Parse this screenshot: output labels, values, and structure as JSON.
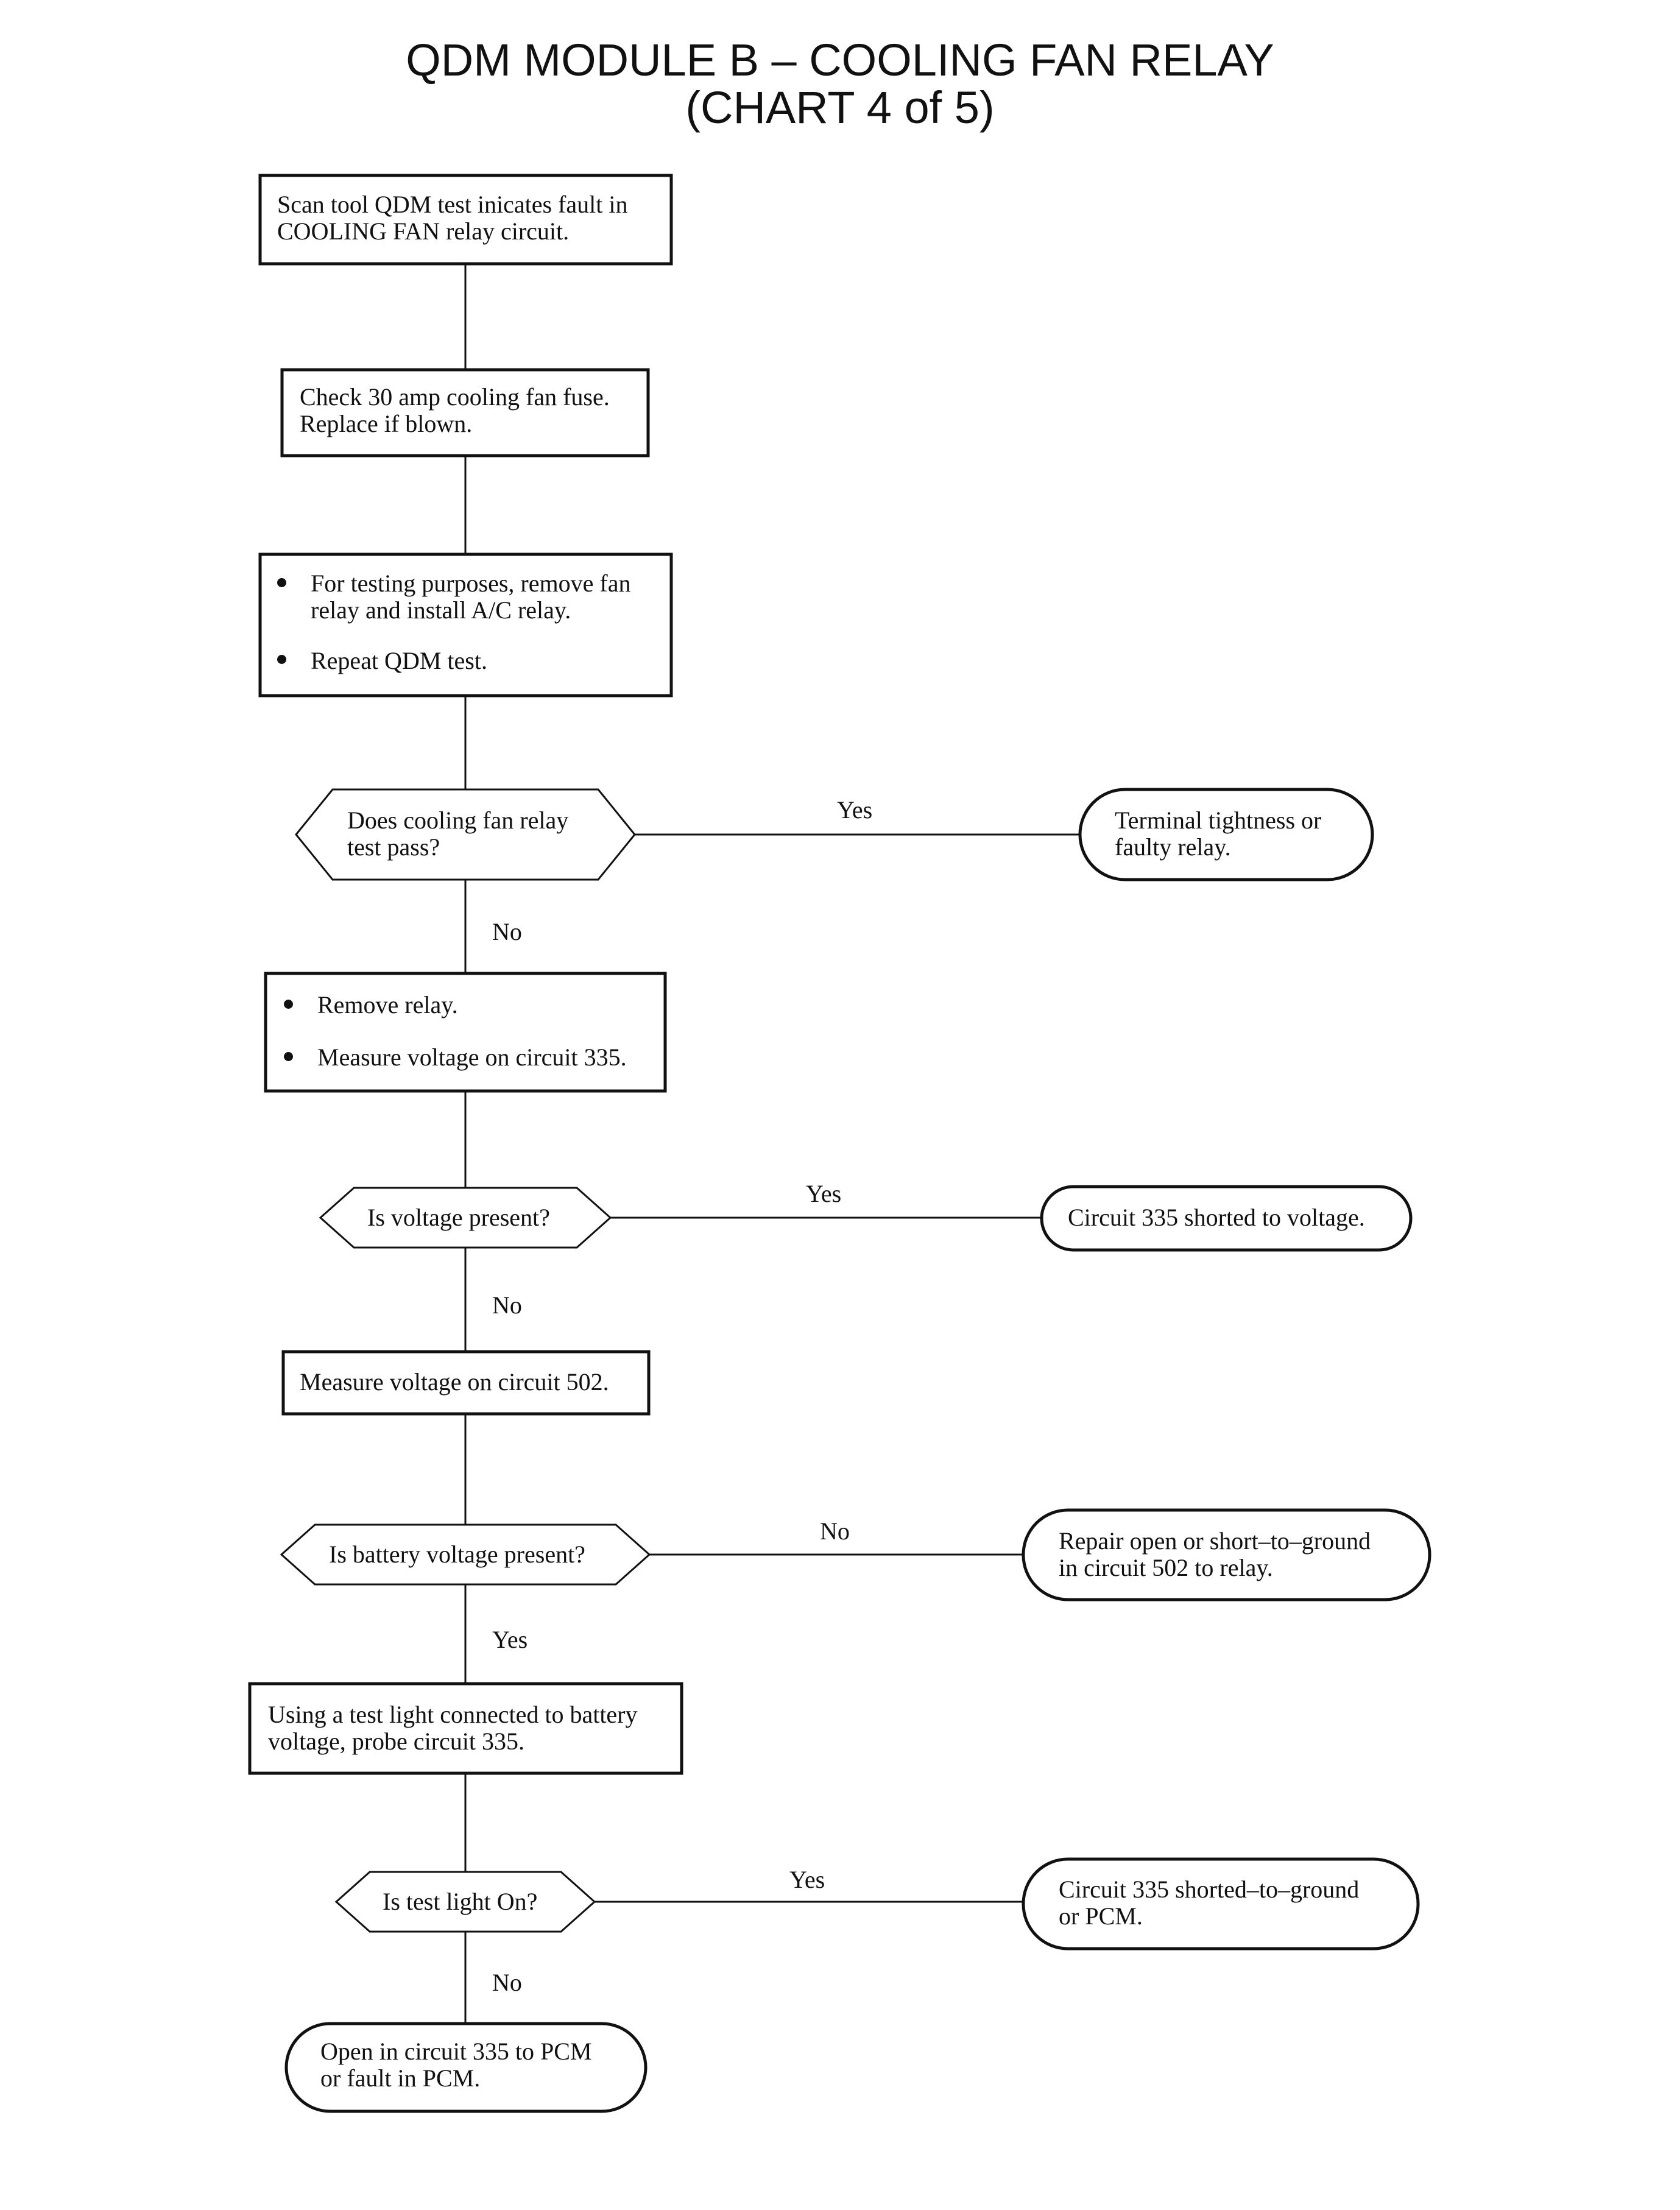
{
  "title": {
    "line1": "QDM MODULE B – COOLING FAN RELAY",
    "line2": "(CHART 4 of 5)"
  },
  "nodes": {
    "start": {
      "line1": "Scan tool QDM test inicates fault in",
      "line2": "COOLING FAN relay circuit."
    },
    "fuse": {
      "line1": "Check 30 amp cooling fan fuse.",
      "line2": "Replace if blown."
    },
    "swap": {
      "bullet1_line1": "For testing purposes, remove fan",
      "bullet1_line2": "relay and install A/C relay.",
      "bullet2": "Repeat QDM test."
    },
    "q_relay": {
      "line1": "Does cooling fan relay",
      "line2": "test pass?"
    },
    "r_relay": {
      "line1": "Terminal tightness or",
      "line2": "faulty relay."
    },
    "measure335": {
      "bullet1": "Remove relay.",
      "bullet2": "Measure voltage on circuit 335."
    },
    "q_voltage": {
      "text": "Is voltage present?"
    },
    "r_voltage": {
      "text": "Circuit 335 shorted to voltage."
    },
    "measure502": {
      "text": "Measure voltage on circuit 502."
    },
    "q_battery": {
      "text": "Is battery voltage present?"
    },
    "r_battery": {
      "line1": "Repair open or short–to–ground",
      "line2": "in circuit 502 to relay."
    },
    "probe": {
      "line1": "Using a test light connected to battery",
      "line2": "voltage, probe circuit 335."
    },
    "q_light": {
      "text": "Is test light On?"
    },
    "r_light": {
      "line1": "Circuit 335 shorted–to–ground",
      "line2": "or PCM."
    },
    "end": {
      "line1": "Open in circuit 335 to PCM",
      "line2": "or fault in PCM."
    }
  },
  "edge_labels": {
    "q_relay_yes": "Yes",
    "q_relay_no": "No",
    "q_voltage_yes": "Yes",
    "q_voltage_no": "No",
    "q_battery_no": "No",
    "q_battery_yes": "Yes",
    "q_light_yes": "Yes",
    "q_light_no": "No"
  }
}
